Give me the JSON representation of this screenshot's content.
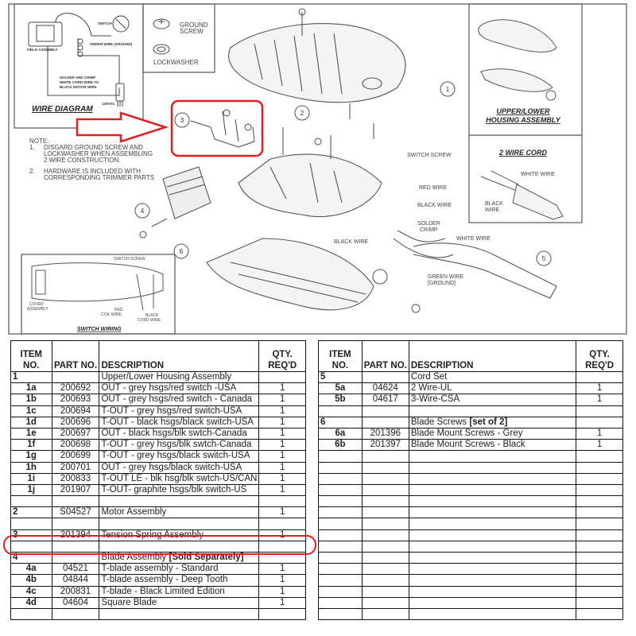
{
  "diagram": {
    "wire_diagram": {
      "title": "WIRE DIAGRAM",
      "field_assembly": "FIELD ASSEMBLY",
      "switch": "SWITCH",
      "green_wire": "GREEN WIRE (GROUND)",
      "solder_note_1": "SOLDER AND CRIMP",
      "solder_note_2": "WHITE CORD WIRE TO",
      "solder_note_3": "BLACK MOTOR WIRE",
      "voltage": "120VAC"
    },
    "hardware": {
      "ground_screw_1": "GROUND",
      "ground_screw_2": "SCREW",
      "lockwasher": "LOCKWASHER"
    },
    "notes": {
      "heading": "NOTE:",
      "n1_num": "1.",
      "n1_l1": "DISGARD GROUND SCREW AND",
      "n1_l2": "LOCKWASHER WHEN ASSEMBLING",
      "n1_l3": "2 WIRE CONSTRUCTION.",
      "n2_num": "2.",
      "n2_l1": "HARDWARE IS INCLUDED WITH",
      "n2_l2": "CORRESPONDING TRIMMER PARTS"
    },
    "callouts": {
      "c1": "1",
      "c2": "2",
      "c3": "3",
      "c4": "4",
      "c5": "5",
      "c6": "6"
    },
    "labels": {
      "switch_screw": "SWITCH SCREW",
      "red_wire": "RED WIRE",
      "black_wire": "BLACK WIRE",
      "solder_1": "SOLDER",
      "solder_2": "CRIMP",
      "black_wire_2": "BLACK WIRE",
      "white_wire": "WHITE WIRE",
      "green_wire_1": "GREEN WIRE",
      "green_wire_2": "[GROUND]"
    },
    "upper_lower": {
      "title_1": "UPPER/LOWER",
      "title_2": "HOUSING ASSEMBLY"
    },
    "two_wire": {
      "title": "2 WIRE CORD",
      "white": "WHITE WIRE",
      "black_1": "BLACK",
      "black_2": "WIRE"
    },
    "switch_wiring": {
      "title": "SWITCH WIRING",
      "switch_screw": "SWITCH SCREW",
      "cover_1": "COVER",
      "cover_2": "ASSEMBLY",
      "red_1": "RED",
      "red_2": "COIL WIRE",
      "black_1": "BLACK",
      "black_2": "CORD WIRE"
    },
    "highlight_color": "#e02020"
  },
  "tables": {
    "headers": {
      "item_1": "ITEM",
      "item_2": "NO.",
      "part": "PART NO.",
      "desc": "DESCRIPTION",
      "qty_1": "QTY.",
      "qty_2": "REQ'D"
    },
    "left": [
      {
        "item": "1",
        "part": "",
        "desc": "Upper/Lower Housing Assembly",
        "qty": "",
        "group": true
      },
      {
        "item": "1a",
        "part": "200692",
        "desc": "OUT - grey hsgs/red switch -USA",
        "qty": "1"
      },
      {
        "item": "1b",
        "part": "200693",
        "desc": "OUT - grey hsgs/red switch - Canada",
        "qty": "1"
      },
      {
        "item": "1c",
        "part": "200694",
        "desc": "T-OUT - grey hsgs/red switch-USA",
        "qty": "1"
      },
      {
        "item": "1d",
        "part": "200696",
        "desc": "T-OUT - black hsgs/black switch-USA",
        "qty": "1"
      },
      {
        "item": "1e",
        "part": "200697",
        "desc": "OUT - black hsgs/blk swtch-Canada",
        "qty": "1"
      },
      {
        "item": "1f",
        "part": "200698",
        "desc": "T-OUT - grey hsgs/blk swtch-Canada",
        "qty": "1"
      },
      {
        "item": "1g",
        "part": "200699",
        "desc": "T-OUT - grey hsgs/black switch-USA",
        "qty": "1"
      },
      {
        "item": "1h",
        "part": "200701",
        "desc": "OUT - grey hsgs/black switch-USA",
        "qty": "1"
      },
      {
        "item": "1i",
        "part": "200833",
        "desc": "T-OUT LE - blk hsg/blk swtch-US/CAN",
        "qty": "1"
      },
      {
        "item": "1j",
        "part": "201907",
        "desc": "T-OUT- graphite hsgs/blk switch-US",
        "qty": "1"
      },
      {
        "item": "",
        "part": "",
        "desc": "",
        "qty": ""
      },
      {
        "item": "2",
        "part": "S04527",
        "desc": "Motor Assembly",
        "qty": "1",
        "group": true
      },
      {
        "item": "",
        "part": "",
        "desc": "",
        "qty": ""
      },
      {
        "item": "3",
        "part": "201394",
        "desc": "Tension Spring Assembly",
        "qty": "1",
        "group": true,
        "highlighted": true
      },
      {
        "item": "",
        "part": "",
        "desc": "",
        "qty": ""
      },
      {
        "item": "4",
        "part": "",
        "desc": "Blade Assembly",
        "desc_bold": "[Sold Separately]",
        "qty": "",
        "group": true
      },
      {
        "item": "4a",
        "part": "04521",
        "desc": "T-blade assembly - Standard",
        "qty": "1"
      },
      {
        "item": "4b",
        "part": "04844",
        "desc": "T-blade assembly - Deep Tooth",
        "qty": "1"
      },
      {
        "item": "4c",
        "part": "200831",
        "desc": "T-blade - Black Limited Edition",
        "qty": "1"
      },
      {
        "item": "4d",
        "part": "04604",
        "desc": "Square Blade",
        "qty": "1"
      },
      {
        "item": "",
        "part": "",
        "desc": "",
        "qty": ""
      }
    ],
    "right": [
      {
        "item": "5",
        "part": "",
        "desc": "Cord Set",
        "qty": "",
        "group": true
      },
      {
        "item": "5a",
        "part": "04624",
        "desc": "2 Wire-UL",
        "qty": "1"
      },
      {
        "item": "5b",
        "part": "04617",
        "desc": "3-Wire-CSA",
        "qty": "1"
      },
      {
        "item": "",
        "part": "",
        "desc": "",
        "qty": ""
      },
      {
        "item": "6",
        "part": "",
        "desc": "Blade Screws",
        "desc_bold": "[set of 2]",
        "qty": "",
        "group": true
      },
      {
        "item": "6a",
        "part": "201396",
        "desc": "Blade Mount Screws - Grey",
        "qty": "1"
      },
      {
        "item": "6b",
        "part": "201397",
        "desc": "Blade Mount Screws - Black",
        "qty": "1"
      }
    ]
  }
}
